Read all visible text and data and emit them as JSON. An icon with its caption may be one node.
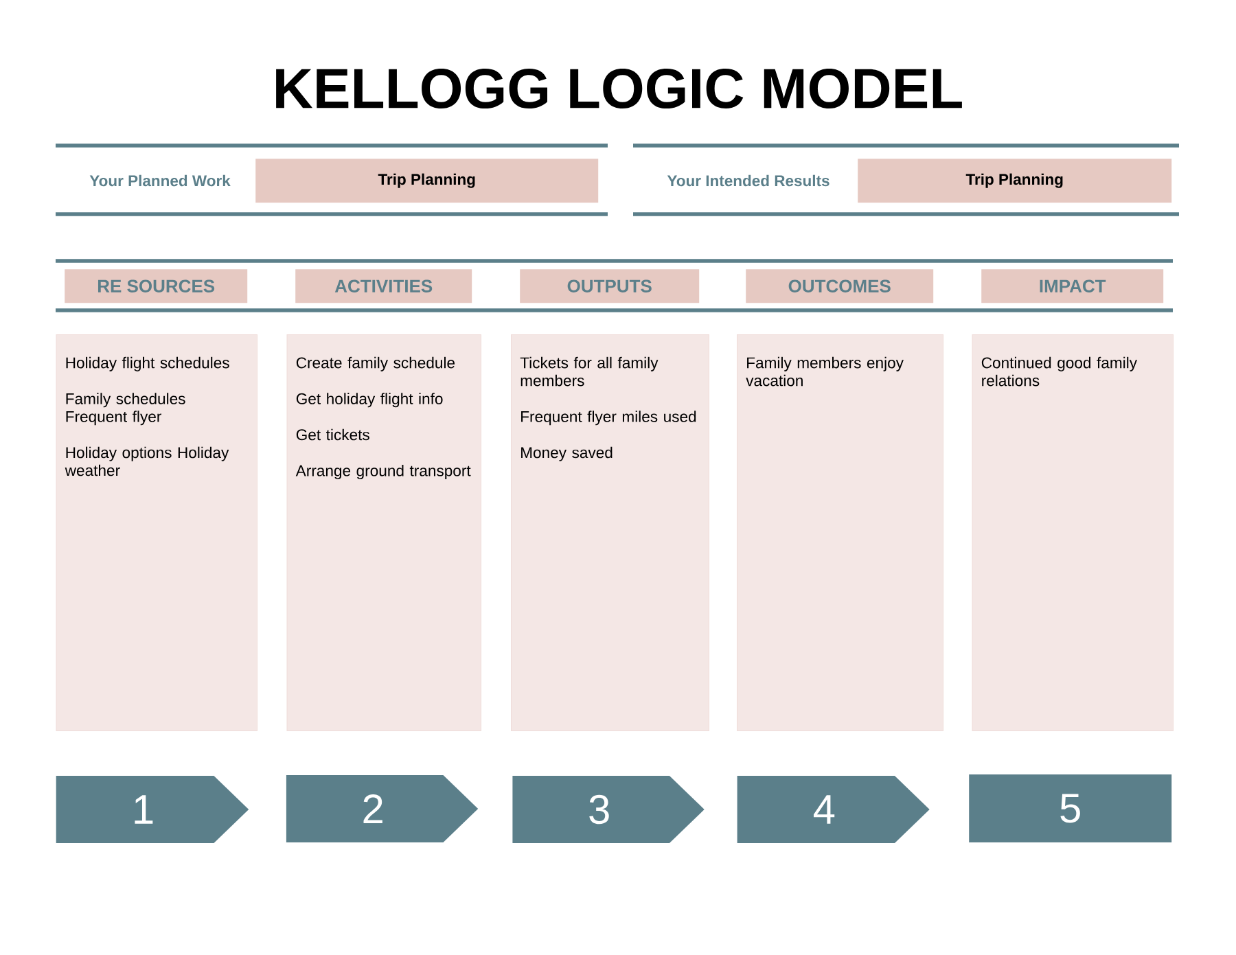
{
  "diagram": {
    "title": "KELLOGG LOGIC MODEL",
    "nodes": [
      {
        "text": [
          "Trip Planning"
        ],
        "beside": [
          "Your Planned Work"
        ]
      },
      {
        "text": [
          "Trip Planning"
        ],
        "beside": [
          "Your Intended Results"
        ]
      },
      {
        "text": [
          "RE SOURCES"
        ]
      },
      {
        "text": [
          "ACTIVITIES"
        ]
      },
      {
        "text": [
          "OUTPUTS"
        ]
      },
      {
        "text": [
          "OUTCOMES"
        ]
      },
      {
        "text": [
          "IMPACT"
        ]
      },
      {
        "text": [
          "Holiday flight schedules",
          "Family schedules Frequent flyer",
          "Holiday options Holiday weather"
        ]
      },
      {
        "text": [
          "Create family schedule",
          "Get holiday flight info",
          "Get tickets",
          "Arrange ground transport"
        ]
      },
      {
        "text": [
          "Tickets for all family members",
          "Frequent flyer miles used",
          "Money saved"
        ]
      },
      {
        "text": [
          "Family members enjoy vacation"
        ]
      },
      {
        "text": [
          "Continued good family relations"
        ]
      },
      {
        "text": [
          "1"
        ]
      },
      {
        "text": [
          "2"
        ]
      },
      {
        "text": [
          "3"
        ]
      },
      {
        "text": [
          "4"
        ]
      },
      {
        "text": [
          "5"
        ]
      }
    ]
  }
}
